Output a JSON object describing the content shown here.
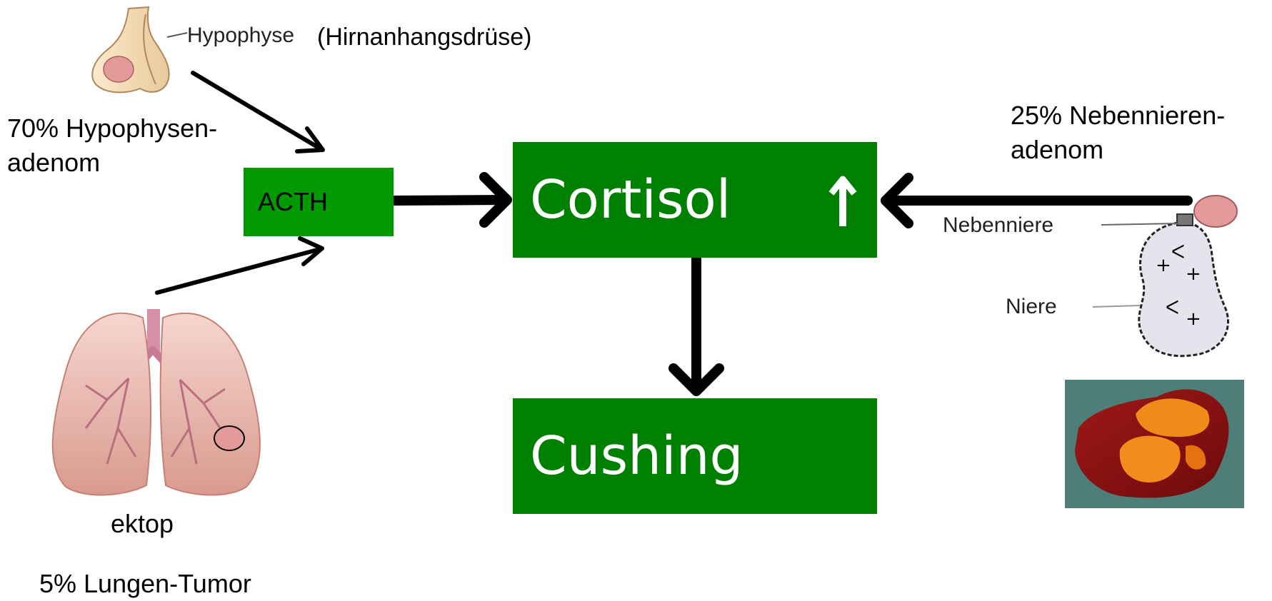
{
  "labels": {
    "hypophyse": "Hypophyse",
    "hirnanhangsdruese": "(Hirnanhangsdrüse)",
    "hypophysen_line1": "70% Hypophysen-",
    "hypophysen_line2": "adenom",
    "nebennieren_line1": "25% Nebennieren-",
    "nebennieren_line2": "adenom",
    "nebenniere": "Nebenniere",
    "niere": "Niere",
    "ektop": "ektop",
    "lungen_tumor": "5% Lungen-Tumor"
  },
  "boxes": {
    "acth": "ACTH",
    "cortisol": "Cortisol",
    "cushing": "Cushing"
  },
  "colors": {
    "box_green": "#008000",
    "acth_green": "#009900",
    "tumor_pink": "#e39a9a",
    "arrow": "#000000"
  }
}
